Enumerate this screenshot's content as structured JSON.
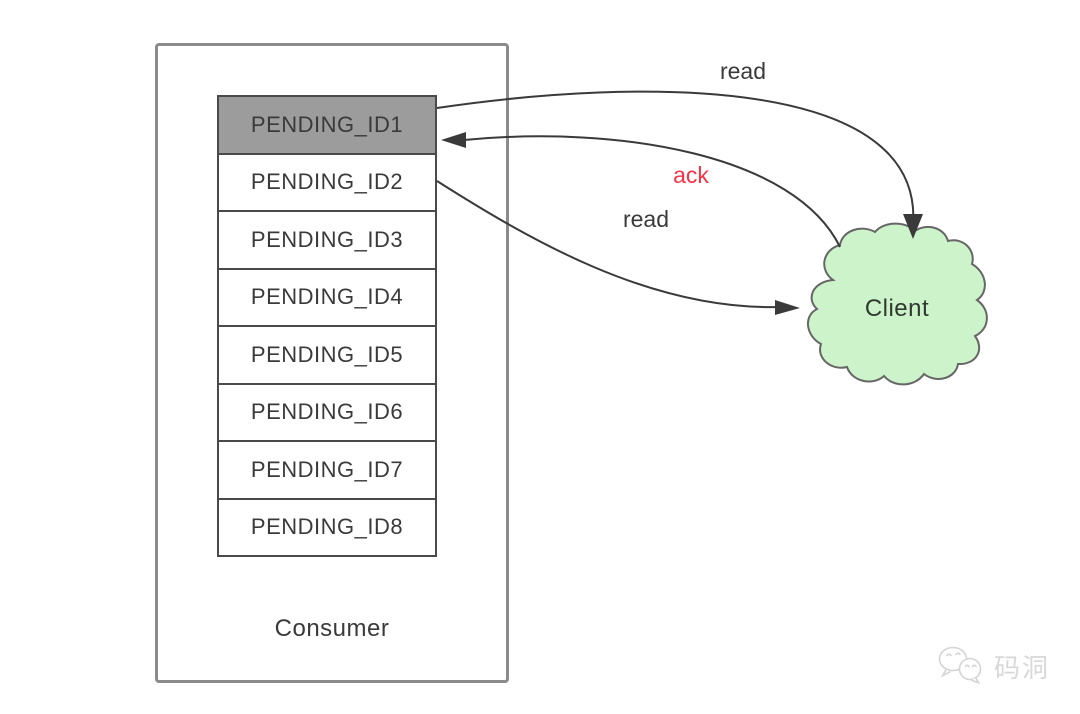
{
  "consumer": {
    "label": "Consumer",
    "queue": {
      "items": [
        "PENDING_ID1",
        "PENDING_ID2",
        "PENDING_ID3",
        "PENDING_ID4",
        "PENDING_ID5",
        "PENDING_ID6",
        "PENDING_ID7",
        "PENDING_ID8"
      ],
      "highlighted_item": "PENDING_ID1"
    }
  },
  "client": {
    "label": "Client"
  },
  "arrows": {
    "read_top_label": "read",
    "ack_label": "ack",
    "read_bottom_label": "read"
  },
  "watermark": {
    "text": "码洞",
    "icon": "wechat-chat-bubbles-icon"
  },
  "colors": {
    "highlight_gray": "#9c9c9c",
    "box_border": "#4a4a4a",
    "outer_border": "#8b8b8b",
    "cloud_green": "#ccf3c9",
    "cloud_border": "#666666",
    "ack_red": "#fa3246",
    "arrow_dark": "#3a3a3a",
    "watermark_gray": "#d8d8d8"
  }
}
